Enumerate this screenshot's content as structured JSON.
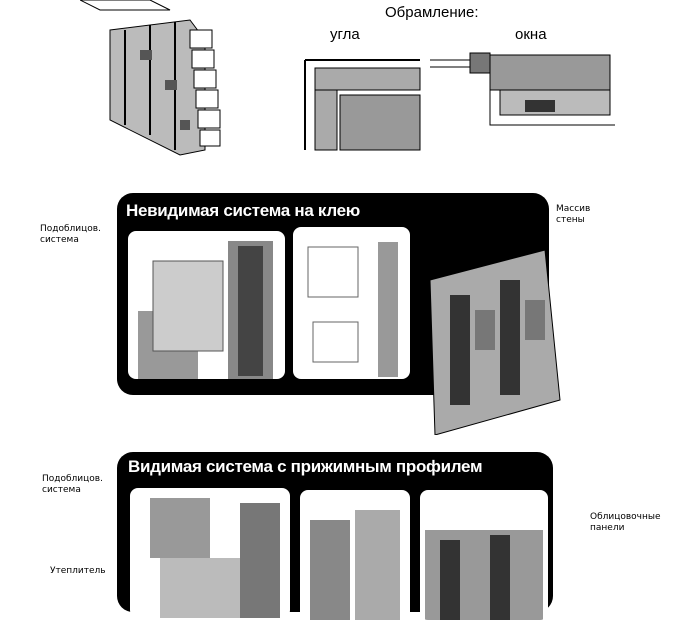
{
  "framing": {
    "title": "Обрамление:",
    "corner_label": "угла",
    "window_label": "окна"
  },
  "panel_glued": {
    "title": "Невидимая система на клею",
    "label_substructure": "Подоблицов. система",
    "label_wall": "Массив стены"
  },
  "panel_profile": {
    "title": "Видимая система с прижимным профилем",
    "label_substructure": "Подоблицов. система",
    "label_insulation": "Утеплитель",
    "label_panels": "Облицовочные панели"
  }
}
